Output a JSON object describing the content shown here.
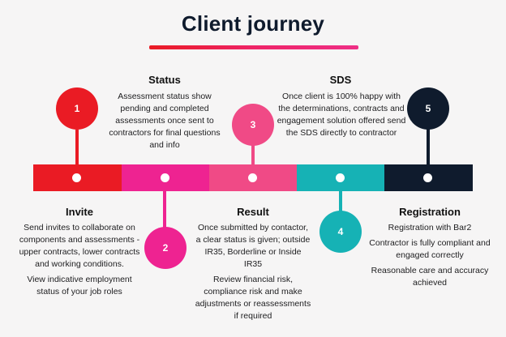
{
  "title": "Client journey",
  "colors": {
    "step1": "#ea1b24",
    "step2": "#ee2391",
    "step3": "#f04a86",
    "step4": "#16b2b5",
    "step5": "#0f1b2d"
  },
  "steps": [
    {
      "number": "1",
      "heading": "Invite",
      "lines": [
        "Send invites to collaborate on components and assessments - upper contracts, lower contracts and working conditions.",
        "View indicative employment status of your job roles"
      ]
    },
    {
      "number": "2",
      "heading": "Status",
      "lines": [
        "Assessment status show pending and completed assessments once sent to contractors for final questions and info"
      ]
    },
    {
      "number": "3",
      "heading": "Result",
      "lines": [
        "Once submitted by contactor,  a clear status is given; outside IR35, Borderline or Inside IR35",
        "Review financial risk, compliance risk and make adjustments or reassessments  if required"
      ]
    },
    {
      "number": "4",
      "heading": "SDS",
      "lines": [
        "Once client is 100% happy with the determinations, contracts and engagement solution offered send the SDS directly to contractor"
      ]
    },
    {
      "number": "5",
      "heading": "Registration",
      "lines": [
        "Registration with Bar2",
        "Contractor is fully compliant and engaged correctly",
        "Reasonable care and accuracy achieved"
      ]
    }
  ]
}
